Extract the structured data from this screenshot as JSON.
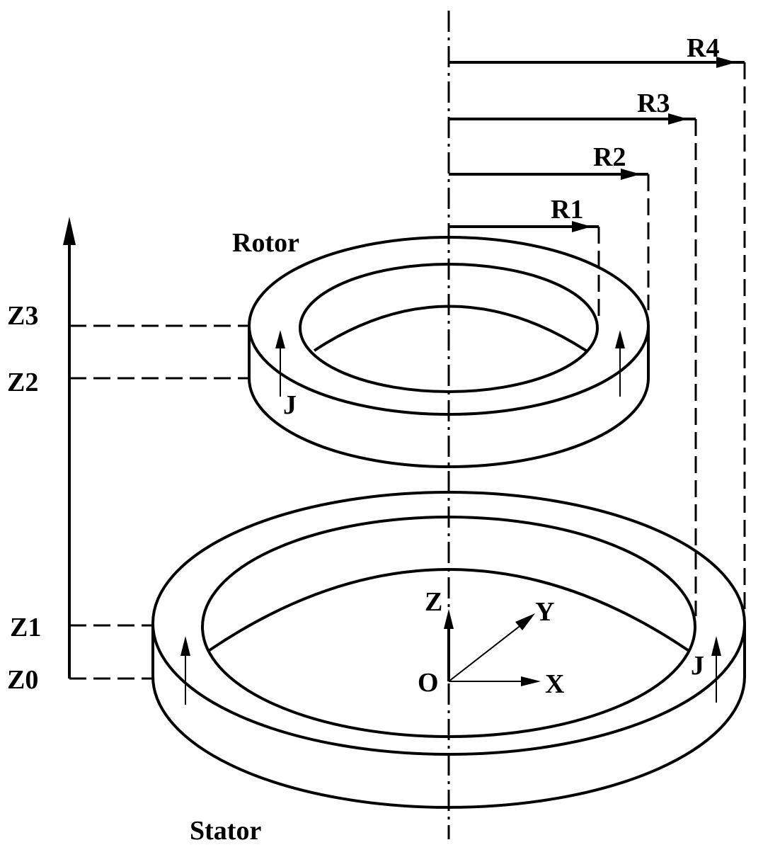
{
  "labels": {
    "rotor": "Rotor",
    "stator": "Stator",
    "r1": "R1",
    "r2": "R2",
    "r3": "R3",
    "r4": "R4",
    "z0": "Z0",
    "z1": "Z1",
    "z2": "Z2",
    "z3": "Z3",
    "axis_x": "X",
    "axis_y": "Y",
    "axis_z": "Z",
    "origin": "O",
    "j_rotor": "J",
    "j_stator": "J"
  },
  "colors": {
    "ink": "#000000",
    "background": "#ffffff"
  }
}
